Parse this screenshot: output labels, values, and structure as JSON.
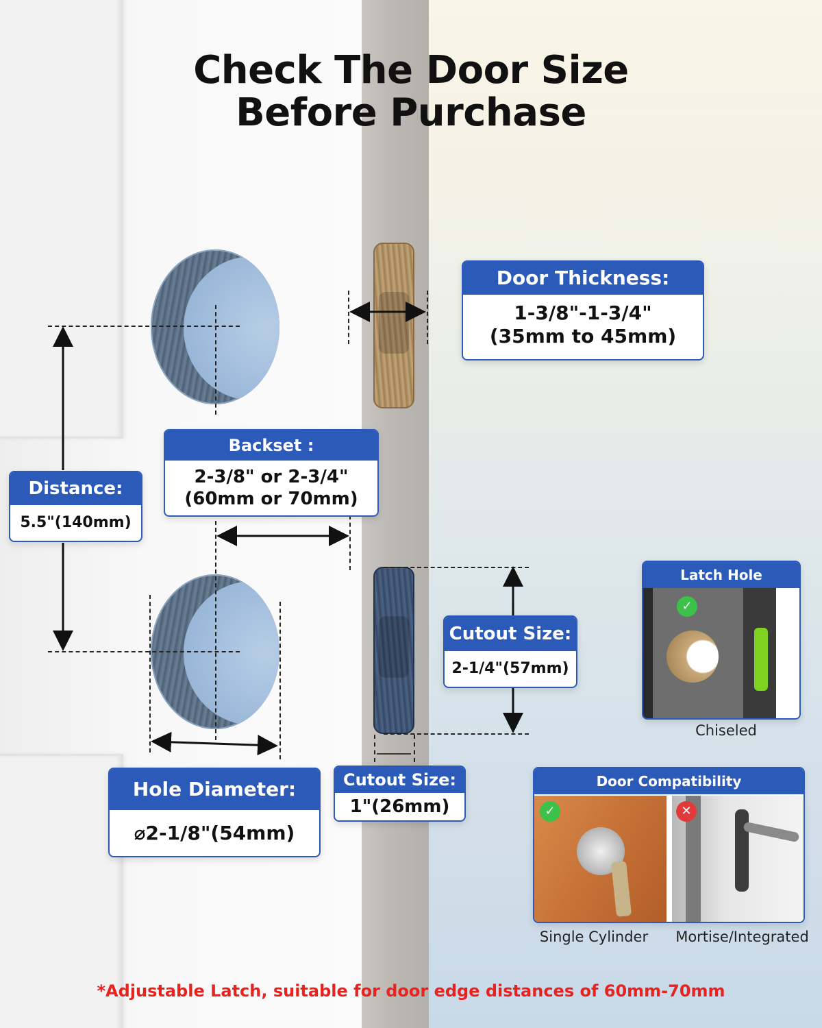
{
  "title": {
    "line1": "Check The Door Size",
    "line2": "Before Purchase"
  },
  "door_thickness": {
    "label": "Door Thickness:",
    "value_line1": "1-3/8\"-1-3/4\"",
    "value_line2": "(35mm to 45mm)"
  },
  "backset": {
    "label": "Backset :",
    "value_line1": "2-3/8\" or 2-3/4\"",
    "value_line2": "(60mm or 70mm)"
  },
  "distance": {
    "label": "Distance:",
    "value": "5.5\"(140mm)"
  },
  "cutout_height": {
    "label": "Cutout Size:",
    "value": "2-1/4\"(57mm)"
  },
  "cutout_width": {
    "label": "Cutout Size:",
    "value": "1\"(26mm)"
  },
  "hole_diameter": {
    "label": "Hole Diameter:",
    "value": "⌀2-1/8\"(54mm)"
  },
  "latch_hole": {
    "label": "Latch Hole",
    "caption": "Chiseled"
  },
  "door_compatibility": {
    "label": "Door Compatibility",
    "items": [
      {
        "caption": "Single Cylinder",
        "status": "compatible"
      },
      {
        "caption": "Mortise/Integrated",
        "status": "incompatible"
      }
    ]
  },
  "footnote": "*Adjustable Latch, suitable for door edge distances of 60mm-70mm",
  "colors": {
    "accent": "#2b5ab8",
    "check": "#3cc24a",
    "cross": "#e23a3a",
    "footnote": "#e8231f"
  }
}
